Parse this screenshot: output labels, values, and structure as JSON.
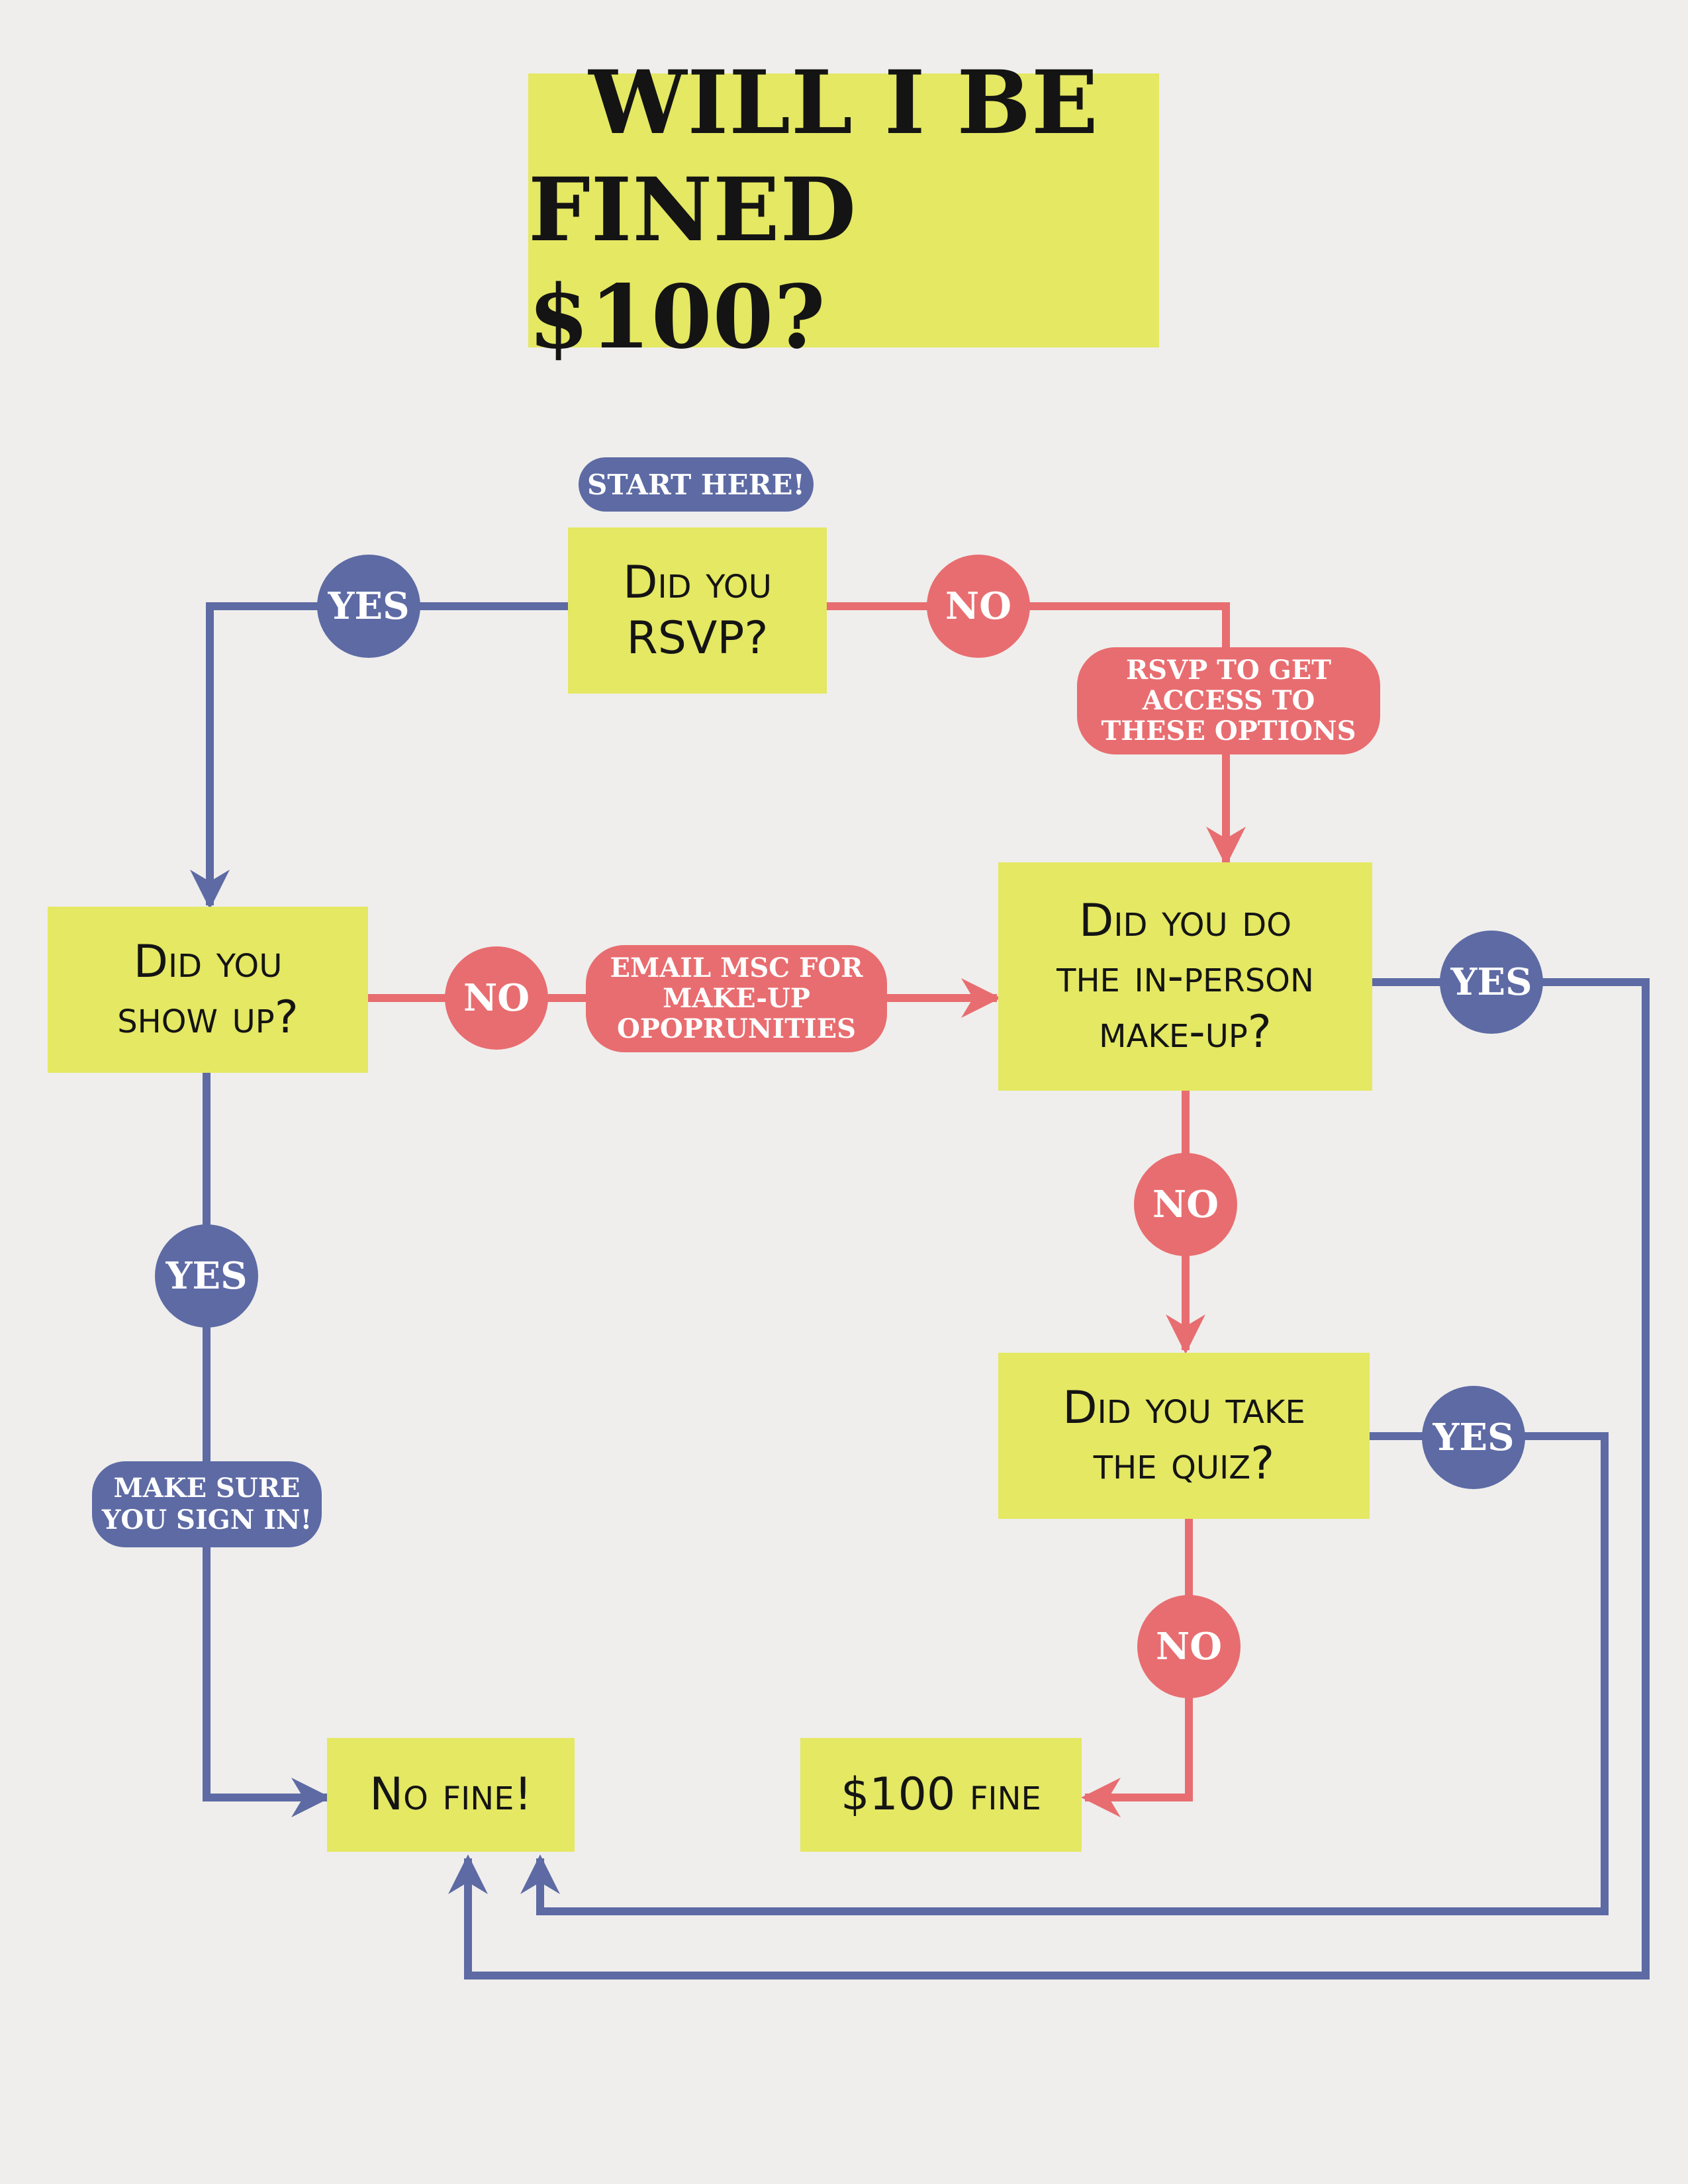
{
  "title": {
    "line1": "WILL I BE",
    "line2": "FINED $100?"
  },
  "start_label": "START HERE!",
  "nodes": {
    "rsvp": {
      "line1": "Did you",
      "line2": "RSVP?"
    },
    "show_up": {
      "line1": "Did you",
      "line2": "show up?"
    },
    "makeup": {
      "line1": "Did you do",
      "line2": "the in-person",
      "line3": "make-up?"
    },
    "quiz": {
      "line1": "Did you take",
      "line2": "the quiz?"
    },
    "no_fine": {
      "label": "No fine!"
    },
    "fine": {
      "label": "$100 fine"
    }
  },
  "answers": {
    "yes": "YES",
    "no": "NO"
  },
  "notes": {
    "rsvp_access": {
      "line1": "RSVP TO GET",
      "line2": "ACCESS TO",
      "line3": "THESE OPTIONS"
    },
    "email_msc": {
      "line1": "EMAIL MSC FOR",
      "line2": "MAKE-UP",
      "line3": "OPOPRUNITIES"
    },
    "sign_in": {
      "line1": "MAKE SURE",
      "line2": "YOU SIGN IN!"
    }
  },
  "colors": {
    "yellow": "#e4e862",
    "blue": "#5d6aa4",
    "red": "#e86d70",
    "background": "#efeeec",
    "text": "#141414"
  }
}
